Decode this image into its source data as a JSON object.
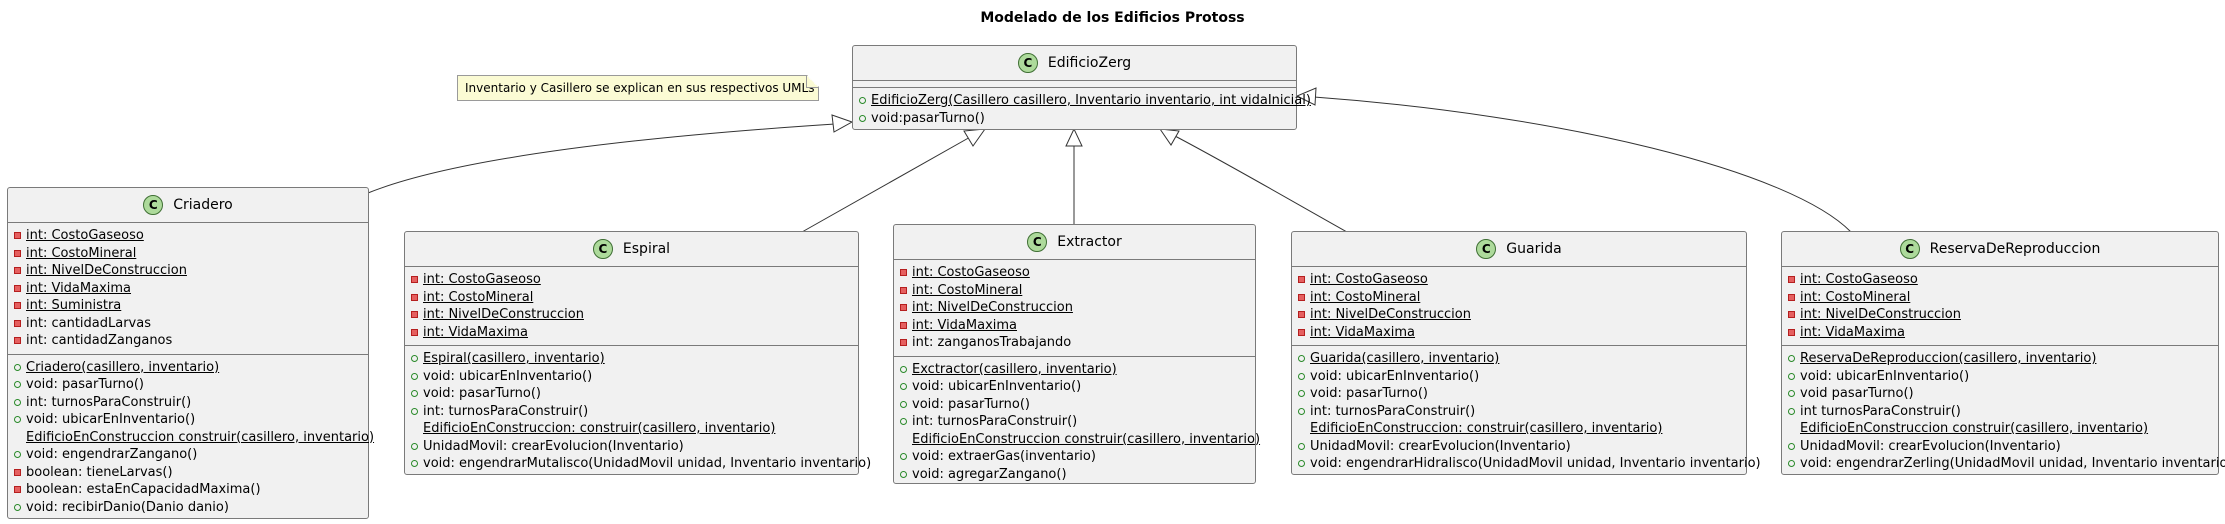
{
  "title": "Modelado de los Edificios Protoss",
  "note": "Inventario y Casillero se explican en sus respectivos UMLs",
  "classes": [
    {
      "name": "EdificioZerg",
      "icon": "C",
      "attributes": [],
      "methods": [
        {
          "vis": "public",
          "static": true,
          "text": "EdificioZerg(Casillero casillero, Inventario inventario, int vidaInicial)"
        },
        {
          "vis": "public",
          "static": false,
          "text": "void:pasarTurno()"
        }
      ]
    },
    {
      "name": "Criadero",
      "icon": "C",
      "attributes": [
        {
          "vis": "private",
          "static": true,
          "text": "int: CostoGaseoso"
        },
        {
          "vis": "private",
          "static": true,
          "text": "int: CostoMineral"
        },
        {
          "vis": "private",
          "static": true,
          "text": "int: NivelDeConstruccion"
        },
        {
          "vis": "private",
          "static": true,
          "text": "int: VidaMaxima"
        },
        {
          "vis": "private",
          "static": true,
          "text": "int: Suministra"
        },
        {
          "vis": "private",
          "static": false,
          "text": "int: cantidadLarvas"
        },
        {
          "vis": "private",
          "static": false,
          "text": "int: cantidadZanganos"
        }
      ],
      "methods": [
        {
          "vis": "public",
          "static": true,
          "text": "Criadero(casillero, inventario)"
        },
        {
          "vis": "public",
          "static": false,
          "text": "void: pasarTurno()"
        },
        {
          "vis": "public",
          "static": false,
          "text": "int: turnosParaConstruir()"
        },
        {
          "vis": "public",
          "static": false,
          "text": "void: ubicarEnInventario()"
        },
        {
          "vis": "none",
          "static": true,
          "text": "EdificioEnConstruccion construir(casillero, inventario)"
        },
        {
          "vis": "public",
          "static": false,
          "text": "void: engendrarZangano()"
        },
        {
          "vis": "private",
          "static": false,
          "text": "boolean: tieneLarvas()"
        },
        {
          "vis": "private",
          "static": false,
          "text": "boolean: estaEnCapacidadMaxima()"
        },
        {
          "vis": "public",
          "static": false,
          "text": "void: recibirDanio(Danio danio)"
        }
      ]
    },
    {
      "name": "Espiral",
      "icon": "C",
      "attributes": [
        {
          "vis": "private",
          "static": true,
          "text": "int: CostoGaseoso"
        },
        {
          "vis": "private",
          "static": true,
          "text": "int: CostoMineral"
        },
        {
          "vis": "private",
          "static": true,
          "text": "int: NivelDeConstruccion"
        },
        {
          "vis": "private",
          "static": true,
          "text": "int: VidaMaxima"
        }
      ],
      "methods": [
        {
          "vis": "public",
          "static": true,
          "text": "Espiral(casillero, inventario)"
        },
        {
          "vis": "public",
          "static": false,
          "text": "void: ubicarEnInventario()"
        },
        {
          "vis": "public",
          "static": false,
          "text": "void: pasarTurno()"
        },
        {
          "vis": "public",
          "static": false,
          "text": "int: turnosParaConstruir()"
        },
        {
          "vis": "none",
          "static": true,
          "text": "EdificioEnConstruccion: construir(casillero, inventario)"
        },
        {
          "vis": "public",
          "static": false,
          "text": "UnidadMovil: crearEvolucion(Inventario)"
        },
        {
          "vis": "public",
          "static": false,
          "text": "void: engendrarMutalisco(UnidadMovil unidad, Inventario inventario)"
        }
      ]
    },
    {
      "name": "Extractor",
      "icon": "C",
      "attributes": [
        {
          "vis": "private",
          "static": true,
          "text": "int: CostoGaseoso"
        },
        {
          "vis": "private",
          "static": true,
          "text": "int: CostoMineral"
        },
        {
          "vis": "private",
          "static": true,
          "text": "int: NivelDeConstruccion"
        },
        {
          "vis": "private",
          "static": true,
          "text": "int: VidaMaxima"
        },
        {
          "vis": "private",
          "static": false,
          "text": "int: zanganosTrabajando"
        }
      ],
      "methods": [
        {
          "vis": "public",
          "static": true,
          "text": "Exctractor(casillero, inventario)"
        },
        {
          "vis": "public",
          "static": false,
          "text": "void: ubicarEnInventario()"
        },
        {
          "vis": "public",
          "static": false,
          "text": "void: pasarTurno()"
        },
        {
          "vis": "public",
          "static": false,
          "text": "int: turnosParaConstruir()"
        },
        {
          "vis": "none",
          "static": true,
          "text": "EdificioEnConstruccion construir(casillero, inventario)"
        },
        {
          "vis": "public",
          "static": false,
          "text": "void: extraerGas(inventario)"
        },
        {
          "vis": "public",
          "static": false,
          "text": "void: agregarZangano()"
        }
      ]
    },
    {
      "name": "Guarida",
      "icon": "C",
      "attributes": [
        {
          "vis": "private",
          "static": true,
          "text": "int: CostoGaseoso"
        },
        {
          "vis": "private",
          "static": true,
          "text": "int: CostoMineral"
        },
        {
          "vis": "private",
          "static": true,
          "text": "int: NivelDeConstruccion"
        },
        {
          "vis": "private",
          "static": true,
          "text": "int: VidaMaxima"
        }
      ],
      "methods": [
        {
          "vis": "public",
          "static": true,
          "text": "Guarida(casillero, inventario)"
        },
        {
          "vis": "public",
          "static": false,
          "text": "void: ubicarEnInventario()"
        },
        {
          "vis": "public",
          "static": false,
          "text": "void: pasarTurno()"
        },
        {
          "vis": "public",
          "static": false,
          "text": "int: turnosParaConstruir()"
        },
        {
          "vis": "none",
          "static": true,
          "text": "EdificioEnConstruccion: construir(casillero, inventario)"
        },
        {
          "vis": "public",
          "static": false,
          "text": "UnidadMovil: crearEvolucion(Inventario)"
        },
        {
          "vis": "public",
          "static": false,
          "text": "void: engendrarHidralisco(UnidadMovil unidad, Inventario inventario)"
        }
      ]
    },
    {
      "name": "ReservaDeReproduccion",
      "icon": "C",
      "attributes": [
        {
          "vis": "private",
          "static": true,
          "text": "int: CostoGaseoso"
        },
        {
          "vis": "private",
          "static": true,
          "text": "int: CostoMineral"
        },
        {
          "vis": "private",
          "static": true,
          "text": "int: NivelDeConstruccion"
        },
        {
          "vis": "private",
          "static": true,
          "text": "int: VidaMaxima"
        }
      ],
      "methods": [
        {
          "vis": "public",
          "static": true,
          "text": "ReservaDeReproduccion(casillero, inventario)"
        },
        {
          "vis": "public",
          "static": false,
          "text": "void: ubicarEnInventario()"
        },
        {
          "vis": "public",
          "static": false,
          "text": "void pasarTurno()"
        },
        {
          "vis": "public",
          "static": false,
          "text": "int turnosParaConstruir()"
        },
        {
          "vis": "none",
          "static": true,
          "text": "EdificioEnConstruccion construir(casillero, inventario)"
        },
        {
          "vis": "public",
          "static": false,
          "text": "UnidadMovil: crearEvolucion(Inventario)"
        },
        {
          "vis": "public",
          "static": false,
          "text": "void: engendrarZerling(UnidadMovil unidad, Inventario inventario)"
        }
      ]
    }
  ],
  "relations": [
    {
      "from": "Criadero",
      "to": "EdificioZerg",
      "type": "inheritance"
    },
    {
      "from": "Espiral",
      "to": "EdificioZerg",
      "type": "inheritance"
    },
    {
      "from": "Extractor",
      "to": "EdificioZerg",
      "type": "inheritance"
    },
    {
      "from": "Guarida",
      "to": "EdificioZerg",
      "type": "inheritance"
    },
    {
      "from": "ReservaDeReproduccion",
      "to": "EdificioZerg",
      "type": "inheritance"
    }
  ]
}
